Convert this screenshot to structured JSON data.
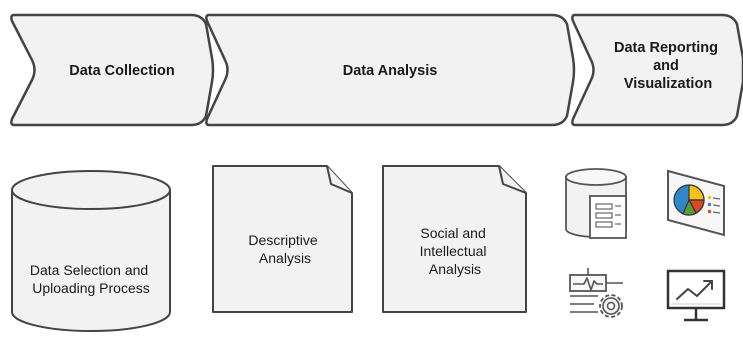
{
  "stages": [
    {
      "label_lines": [
        "Data Collection"
      ]
    },
    {
      "label_lines": [
        "Data Analysis"
      ]
    },
    {
      "label_lines": [
        "Data Reporting",
        "and",
        "Visualization"
      ]
    }
  ],
  "process_shapes": [
    {
      "label_lines": [
        "Data Selection and",
        "Uploading Process"
      ]
    },
    {
      "label_lines": [
        "Descriptive",
        "Analysis"
      ]
    },
    {
      "label_lines": [
        "Social and",
        "Intellectual",
        "Analysis"
      ]
    }
  ],
  "icons": [
    "database-report-icon",
    "presentation-pie-chart-icon",
    "monitoring-gear-icon",
    "monitor-trend-chart-icon"
  ],
  "colors": {
    "fill": "#f2f2f2",
    "stroke": "#444444",
    "pie_blue": "#2f86c8",
    "pie_yellow": "#f3c21b",
    "pie_red": "#e0452c",
    "pie_green": "#5a9e3a"
  }
}
